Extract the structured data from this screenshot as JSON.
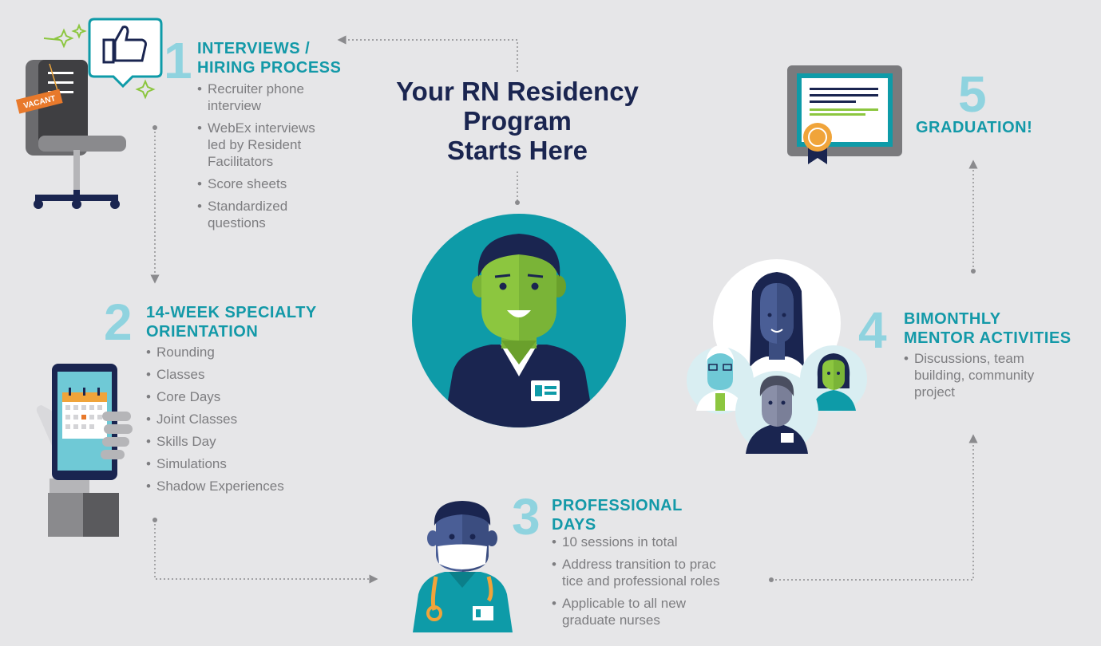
{
  "title": {
    "line1": "Your RN Residency",
    "line2": "Program",
    "line3": "Starts Here"
  },
  "steps": [
    {
      "number": "1",
      "heading1": "INTERVIEWS /",
      "heading2": "HIRING PROCESS",
      "bullets": [
        {
          "l1": "Recruiter phone",
          "l2": "interview"
        },
        {
          "l1": "WebEx interviews",
          "l2": "led by Resident",
          "l3": "Facilitators"
        },
        {
          "l1": "Score sheets"
        },
        {
          "l1": "Standardized",
          "l2": "questions"
        }
      ]
    },
    {
      "number": "2",
      "heading1": "14-WEEK SPECIALTY",
      "heading2": "ORIENTATION",
      "bullets": [
        "Rounding",
        "Classes",
        "Core Days",
        "Joint Classes",
        "Skills Day",
        "Simulations",
        "Shadow Experiences"
      ]
    },
    {
      "number": "3",
      "heading1": "PROFESSIONAL",
      "heading2": "DAYS",
      "bullets": [
        {
          "l1": "10 sessions in total"
        },
        {
          "l1": "Address transition to prac",
          "l2": "tice and professional roles"
        },
        {
          "l1": "Applicable to all new",
          "l2": "graduate nurses"
        }
      ]
    },
    {
      "number": "4",
      "heading1": "BIMONTHLY",
      "heading2": "MENTOR ACTIVITIES",
      "bullets": [
        {
          "l1": "Discussions, team",
          "l2": "building, community",
          "l3": "project"
        }
      ]
    },
    {
      "number": "5",
      "heading1": "GRADUATION!"
    }
  ],
  "illustrations": {
    "chair_tag": "VACANT"
  },
  "colors": {
    "navy": "#1a2550",
    "teal": "#1399a8",
    "light_teal": "#8fd3df",
    "green_skin": "#8cc63f",
    "gray_text": "#7d7d80"
  }
}
